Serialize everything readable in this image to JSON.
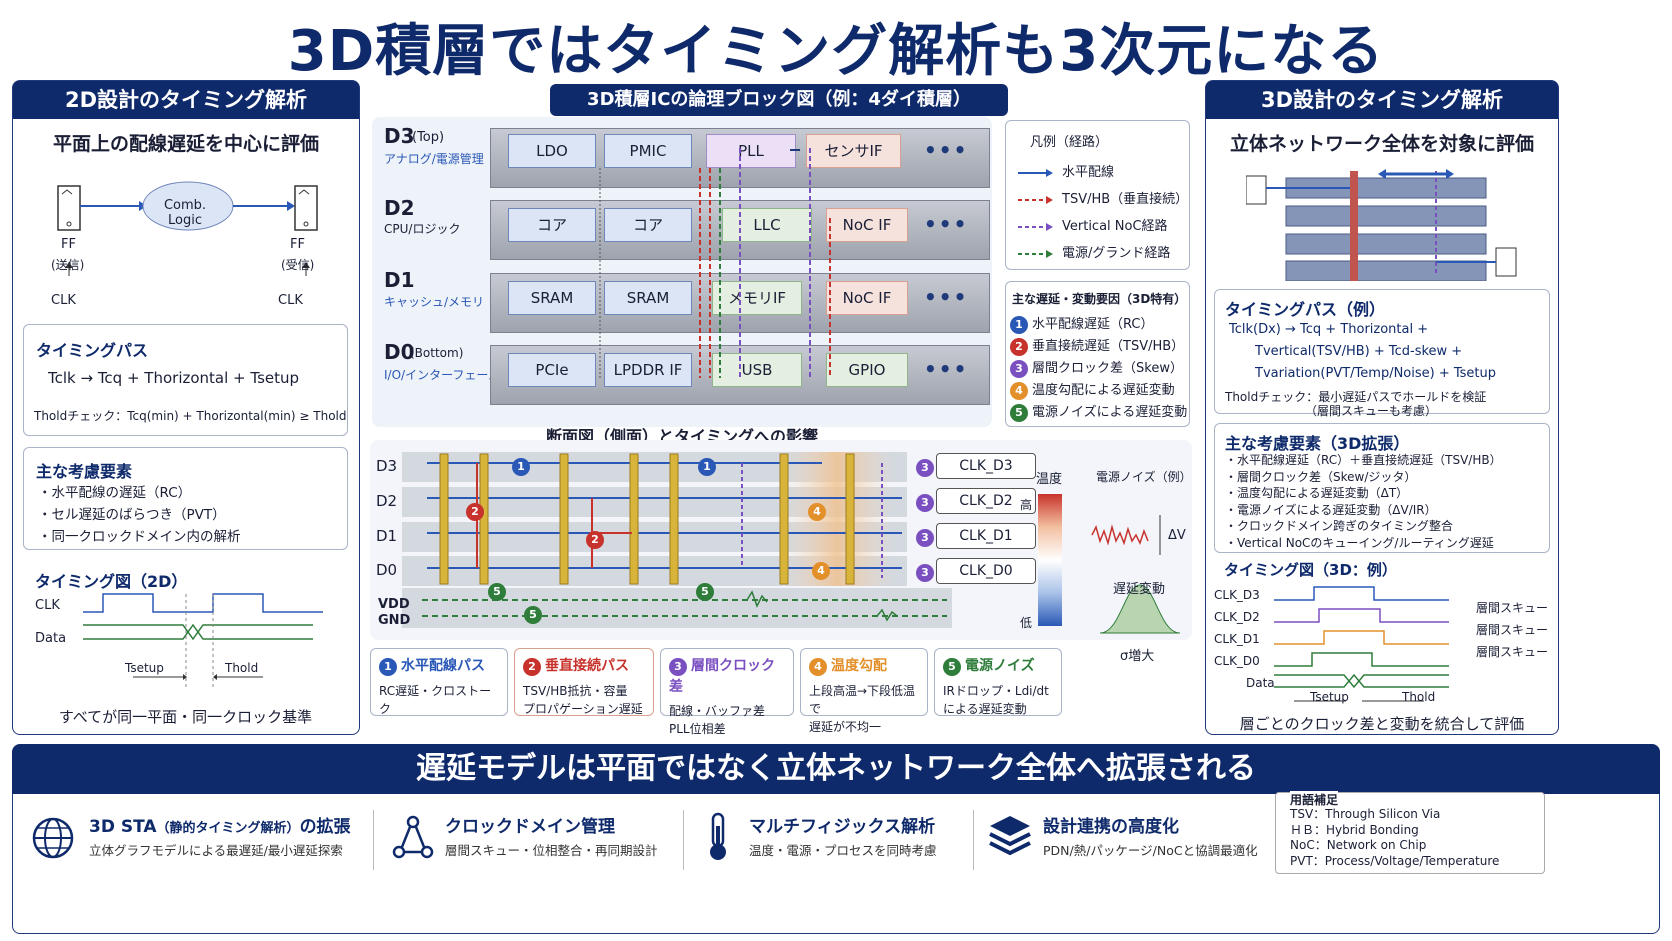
{
  "title": "3D積層ではタイミング解析も3次元になる",
  "left": {
    "head": "2D設計のタイミング解析",
    "sub": "平面上の配線遅延を中心に評価",
    "comb_logic": "Comb. Logic",
    "ff_send": "FF",
    "ff_send_sub": "(送信)",
    "ff_recv": "FF",
    "ff_recv_sub": "(受信)",
    "clk": "CLK",
    "path_title": "タイミングパス",
    "path_eq": "Tclk → Tcq + Thorizontal + Tsetup",
    "hold_eq": "Tholdチェック：Tcq(min) + Thorizontal(min) ≥ Thold",
    "factors_title": "主な考慮要素",
    "factors": [
      "・水平配線の遅延（RC）",
      "・セル遅延のばらつき（PVT）",
      "・同一クロックドメイン内の解析"
    ],
    "tdiag_title": "タイミング図（2D）",
    "tdiag_clk": "CLK",
    "tdiag_data": "Data",
    "tsetup": "Tsetup",
    "thold": "Thold",
    "footer_note": "すべてが同一平面・同一クロック基準"
  },
  "center": {
    "head": "3D積層ICの論理ブロック図（例：4ダイ積層）",
    "dies": [
      {
        "label": "D3",
        "label_sub": "(Top)",
        "desc": "アナログ/電源管理",
        "blocks": [
          "LDO",
          "PMIC",
          "PLL",
          "センサIF"
        ]
      },
      {
        "label": "D2",
        "label_sub": "",
        "desc": "CPU/ロジック",
        "blocks": [
          "コア",
          "コア",
          "LLC",
          "NoC IF"
        ]
      },
      {
        "label": "D1",
        "label_sub": "",
        "desc": "キャッシュ/メモリ",
        "blocks": [
          "SRAM",
          "SRAM",
          "メモリIF",
          "NoC IF"
        ]
      },
      {
        "label": "D0",
        "label_sub": "(Bottom)",
        "desc": "I/O/インターフェース",
        "blocks": [
          "PCIe",
          "LPDDR IF",
          "USB",
          "GPIO"
        ]
      }
    ],
    "dots": "•••",
    "legend_title": "凡例（経路）",
    "legend": [
      "水平配線",
      "TSV/HB（垂直接続）",
      "Vertical NoC経路",
      "電源/グランド経路"
    ],
    "factor_title": "主な遅延・変動要因（3D特有）",
    "factors": [
      "水平配線遅延（RC）",
      "垂直接続遅延（TSV/HB）",
      "層間クロック差（Skew）",
      "温度勾配による遅延変動",
      "電源ノイズによる遅延変動"
    ],
    "cross_title": "断面図（側面）とタイミングへの影響",
    "cross_layers": [
      "D3",
      "D2",
      "D1",
      "D0"
    ],
    "clk_tags": [
      "CLK_D3",
      "CLK_D2",
      "CLK_D1",
      "CLK_D0"
    ],
    "vdd": "VDD",
    "gnd": "GND",
    "temp": "温度",
    "high": "高",
    "low": "低",
    "noise_title": "電源ノイズ（例）",
    "delta_v": "ΔV",
    "delay_var": "遅延変動",
    "sigma": "σ増大",
    "cats": [
      {
        "title": "水平配線パス",
        "sub": "RC遅延・クロストーク"
      },
      {
        "title": "垂直接続パス",
        "sub": "TSV/HB抵抗・容量\nプロパゲーション遅延"
      },
      {
        "title": "層間クロック差",
        "sub": "配線・バッファ差\nPLL位相差"
      },
      {
        "title": "温度勾配",
        "sub": "上段高温→下段低温で\n遅延が不均一"
      },
      {
        "title": "電源ノイズ",
        "sub": "IRドロップ・Ldi/dt\nによる遅延変動"
      }
    ],
    "nums": [
      "1",
      "2",
      "3",
      "4",
      "5"
    ]
  },
  "right": {
    "head": "3D設計のタイミング解析",
    "sub": "立体ネットワーク全体を対象に評価",
    "path_title": "タイミングパス（例）",
    "path_eq1": "Tclk(Dx) → Tcq + Thorizontal +",
    "path_eq2": "Tvertical(TSV/HB) + Tcd-skew +",
    "path_eq3": "Tvariation(PVT/Temp/Noise) + Tsetup",
    "hold_eq": "Tholdチェック：最小遅延パスでホールドを検証",
    "hold_eq2": "（層間スキューも考慮）",
    "factors_title": "主な考慮要素（3D拡張）",
    "factors": [
      "・水平配線遅延（RC）＋垂直接続遅延（TSV/HB）",
      "・層間クロック差（Skew/ジッタ）",
      "・温度勾配による遅延変動（ΔT）",
      "・電源ノイズによる遅延変動（ΔV/IR）",
      "・クロックドメイン跨ぎのタイミング整合",
      "・Vertical NoCのキューイング/ルーティング遅延"
    ],
    "tdiag_title": "タイミング図（3D：例）",
    "tdiag_rows": [
      "CLK_D3",
      "CLK_D2",
      "CLK_D1",
      "CLK_D0",
      "Data"
    ],
    "skew": "層間スキュー",
    "tsetup": "Tsetup",
    "thold": "Thold",
    "footer_note": "層ごとのクロック差と変動を統合して評価"
  },
  "footer": {
    "head": "遅延モデルは平面ではなく立体ネットワーク全体へ拡張される",
    "items": [
      {
        "title": "3D STA",
        "title_note": "（静的タイミング解析）",
        "title_tail": "の拡張",
        "sub": "立体グラフモデルによる最遅延/最小遅延探索"
      },
      {
        "title": "クロックドメイン管理",
        "title_note": "",
        "title_tail": "",
        "sub": "層間スキュー・位相整合・再同期設計"
      },
      {
        "title": "マルチフィジックス解析",
        "title_note": "",
        "title_tail": "",
        "sub": "温度・電源・プロセスを同時考慮"
      },
      {
        "title": "設計連携の高度化",
        "title_note": "",
        "title_tail": "",
        "sub": "PDN/熱/パッケージ/NoCと協調最適化"
      }
    ],
    "glossary_title": "用語補足",
    "glossary": [
      "TSV：Through Silicon Via",
      "ＨＢ：Hybrid Bonding",
      "NoC：Network on Chip",
      "PVT：Process/Voltage/Temperature"
    ]
  }
}
